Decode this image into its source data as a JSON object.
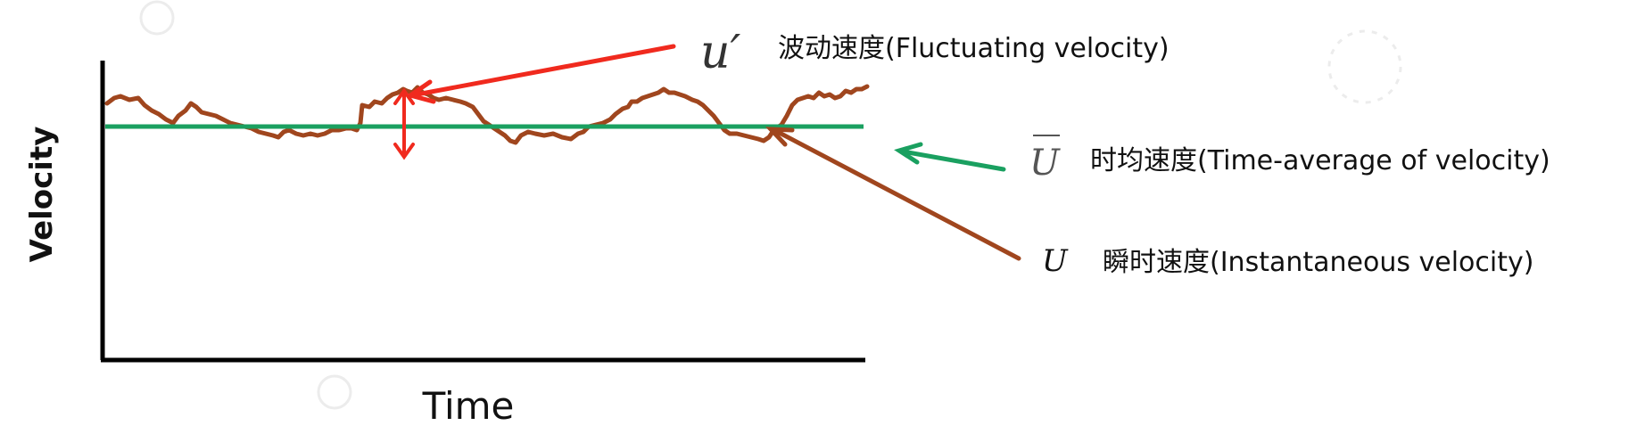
{
  "axes": {
    "x_label": "Time",
    "y_label": "Velocity"
  },
  "annotations": {
    "fluctuating": {
      "symbol": "u′",
      "label": "波动速度(Fluctuating  velocity)"
    },
    "time_average": {
      "symbol": "U",
      "label": "时均速度(Time-average of velocity)"
    },
    "instantaneous": {
      "symbol": "U",
      "label": "瞬时速度(Instantaneous  velocity)"
    }
  },
  "colors": {
    "instantaneous_curve": "#a0461e",
    "mean_line": "#1aa060",
    "fluctuation_arrow": "#f02a1e",
    "axis": "#000000",
    "text": "#111111",
    "symbol": "#333333"
  }
}
